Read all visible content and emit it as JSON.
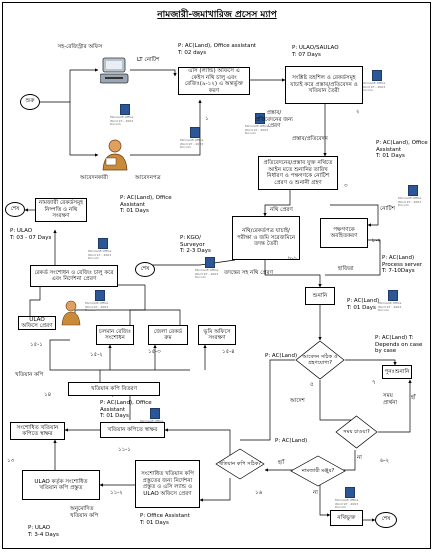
{
  "title": "নামজারী-জমাখারিজ প্রসেস ম্যাপ",
  "actors": {
    "land_office": "সহ-রেজিস্ট্রার অফিস",
    "applicant": "আবেদনকারী",
    "lt_notice": "LT নোটিশ",
    "application": "আবেদনপত্র"
  },
  "start_end": {
    "start": "শুরু",
    "end": "শেষ"
  },
  "steps": {
    "ac_office": "এসি (ল্যান্ড) অফিসে এ কেইস নথি চালু এবং রেজিঃ(৯-১২) এ অন্তর্ভুক্ত করণ",
    "ulao_notice": "সংশ্লিষ্ট তহশিল ও রেকর্ডসমূহ যাচাই করে প্রস্তাব/প্রতিবেদন ও খতিয়ান তৈরী",
    "report_to_ac": "প্রতিবেদনের/প্রস্তাব যুক্ত নথিতে আইন মতে শুনানির তারিখ নির্ধারণ ও পক্ষগণকে নোটিশ প্রেরণ ও শুনানী গ্রহণ",
    "field_check": "নথি/রেকর্ডপত্র যাচাই/পরীক্ষা ও জমি সরেজমিনে তদন্ত তৈরী",
    "process_serve": "পক্ষগণকে অবহিতকরণ",
    "namjari_record": "নামজারী রেকর্ডসমূহ নিষ্পত্তি ও নথি সংরক্ষণ",
    "record_correct": "রেকর্ড সংশোধন ও রেজিঃ চালু করে এবং নির্দেশনা প্রেরণ",
    "ulao_office": "ULAO অফিসে প্রেরণ",
    "mutation_fee": "খতিয়ান কপি বিতরণ",
    "govt_copy": "সংশোধিত খতিয়ান কপিতে স্বাক্ষর",
    "khatian_sign": "খতিয়ান কপিতে স্বাক্ষর",
    "ulao_khatian": "ULAO কর্তৃক সংশোধিত খতিয়ান কপি প্রস্তুত",
    "ac_khatian_prep": "সংশোধিত খতিয়ান কপি প্রস্তুতের জন্য নির্দেশনা প্রস্তুত ও এসি ল্যান্ড ও ULAO অফিসে প্রেরণ",
    "register1": "চলমান রেজিঃ সংশোধন",
    "register2": "জেলা রেকর্ড রুম",
    "register3": "ভূমি অফিসে সংরক্ষণ",
    "accepted": "গৃহীত",
    "postpone": "পুনঃশুনানি",
    "final_order": "নথিভুক্ত",
    "hearing_done": "শুনানি"
  },
  "decisions": {
    "d1": "আবেদন সঠিক ও গ্রহণযোগ্য?",
    "d2": "নামজারী মঞ্জুর?",
    "d3": "খতিয়ান কপি সঠিক?",
    "d4": "সময় চাওয়া?"
  },
  "roles": {
    "r1": "P: AC(Land), Office assistant",
    "r1t": "T: 02 days",
    "r2": "P: ULAO/SAULAO",
    "r2t": "T: 07 Days",
    "r3": "P: AC(Land), Office Assistant",
    "r3t": "T: 01 Days",
    "r4": "P: AC(Land), Office Assistant",
    "r4t": "T: 01 Days",
    "r5": "P: KGO/ Surveyor",
    "r5t": "T: 2-3 Days",
    "r6": "P: AC(Land) Process server",
    "r6t": "T: 7-10Days",
    "r7": "P: ULAO",
    "r7t": "T: 03 - 07 Days",
    "r8": "P: AC(Land)",
    "r8t": "T: 01 Days",
    "r9": "P: AC(Land)",
    "r10": "P: AC(Land) T: Depends on case by case",
    "r11": "P: AC(Land), Office Assistant",
    "r11t": "T: 01 Days",
    "r12": "P: AC(Land)",
    "r13": "P: Office Assistant",
    "r13t": "T: 01 Days",
    "r14": "P: ULAO",
    "r14t": "T: 3-4 Days"
  },
  "edge_labels": {
    "e1": "প্রস্তাব/প্রতিবেদনের জন্য প্রেরণ",
    "e2": "প্রস্তাব/প্রতিবেদন",
    "e3": "নথি প্রেরণ",
    "e4": "নোটিশ",
    "e5": "তদন্তের সহ নথি প্রেরণ",
    "e6": "হাজিরা",
    "e7": "না",
    "e8": "হ্যাঁ",
    "e9": "আদেশ",
    "e10": "সময় প্রার্থনা",
    "e11": "হাঁ",
    "e12": "না",
    "e13": "হ্যাঁ",
    "e14": "না",
    "e15": "খতিয়ান কপি",
    "e16": "অনুমোদিত খতিয়ান কপি"
  },
  "step_numbers": {
    "n1": "১",
    "n2": "২",
    "n3": "৩",
    "n4": "৪",
    "n5": "৫",
    "n6": "৬",
    "n7": "৭",
    "n8": "৮-১",
    "n9": "৮-২",
    "n10": "৯",
    "n11": "১০",
    "n12": "১১-২",
    "n13": "১১-১",
    "n14": "১২",
    "n15": "১৩",
    "n16": "১৪",
    "n17": "১৫-১",
    "n18": "১৫-২",
    "n19": "১৫-৩",
    "n20": "১৫-৪",
    "n21": "১৬",
    "n22": "৬-২"
  },
  "embedded_doc": "Microsoft Office Word 97 - 2003 Docum",
  "colors": {
    "line": "#000000",
    "icon": "#2b5797",
    "skin": "#e0a060"
  }
}
